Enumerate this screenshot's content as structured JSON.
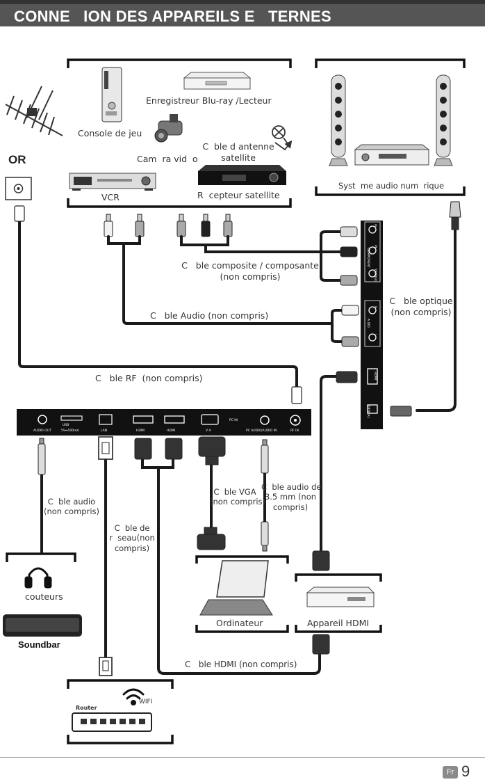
{
  "title": "CONNE   ION DES APPAREILS E   TERNES",
  "or_label": "OR",
  "devices": {
    "bluray": "Enregistreur Blu-ray /Lecteur",
    "console": "Console de jeu",
    "camera": "Cam  ra vid  o",
    "sat_cable": "C  ble d antenne\nsatellite",
    "vcr": "VCR",
    "sat_receiver": "R  cepteur satellite",
    "audio_system": "Syst  me audio num  rique",
    "headphones": "couteurs",
    "soundbar": "Soundbar",
    "computer": "Ordinateur",
    "hdmi_device": "Appareil HDMI",
    "router": "Router",
    "wifi": "WIFI"
  },
  "cables": {
    "composite": "C   ble composite / composante\n(non compris)",
    "audio": "C   ble Audio (non compris)",
    "optical": "C   ble optique\n(non compris)",
    "rf": "C   ble RF  (non compris)",
    "audio_out": "C  ble audio\n(non compris)",
    "network": "C  ble de\nr  seau(non\ncompris)",
    "vga": "C  ble VGA\n(non compris)",
    "audio35": "C  ble audio de\n3.5 mm (non\ncompris)",
    "hdmi": "C   ble HDMI (non compris)"
  },
  "ports_bottom": [
    "AUDIO OUT",
    "USB",
    "5V⎓500mA",
    "LAN",
    "HDMI",
    "HDMI",
    "V  A",
    "PC IN",
    "PC AUDIO/AUDIO IN",
    "RF IN"
  ],
  "ports_side": [
    "Pr",
    "Pb",
    "Y/VIDEO",
    "COMPONENT",
    "R",
    "A  DIO",
    "L",
    "HDMI",
    "OPTICAL"
  ],
  "footer": {
    "lang": "Fr",
    "page": "9"
  }
}
